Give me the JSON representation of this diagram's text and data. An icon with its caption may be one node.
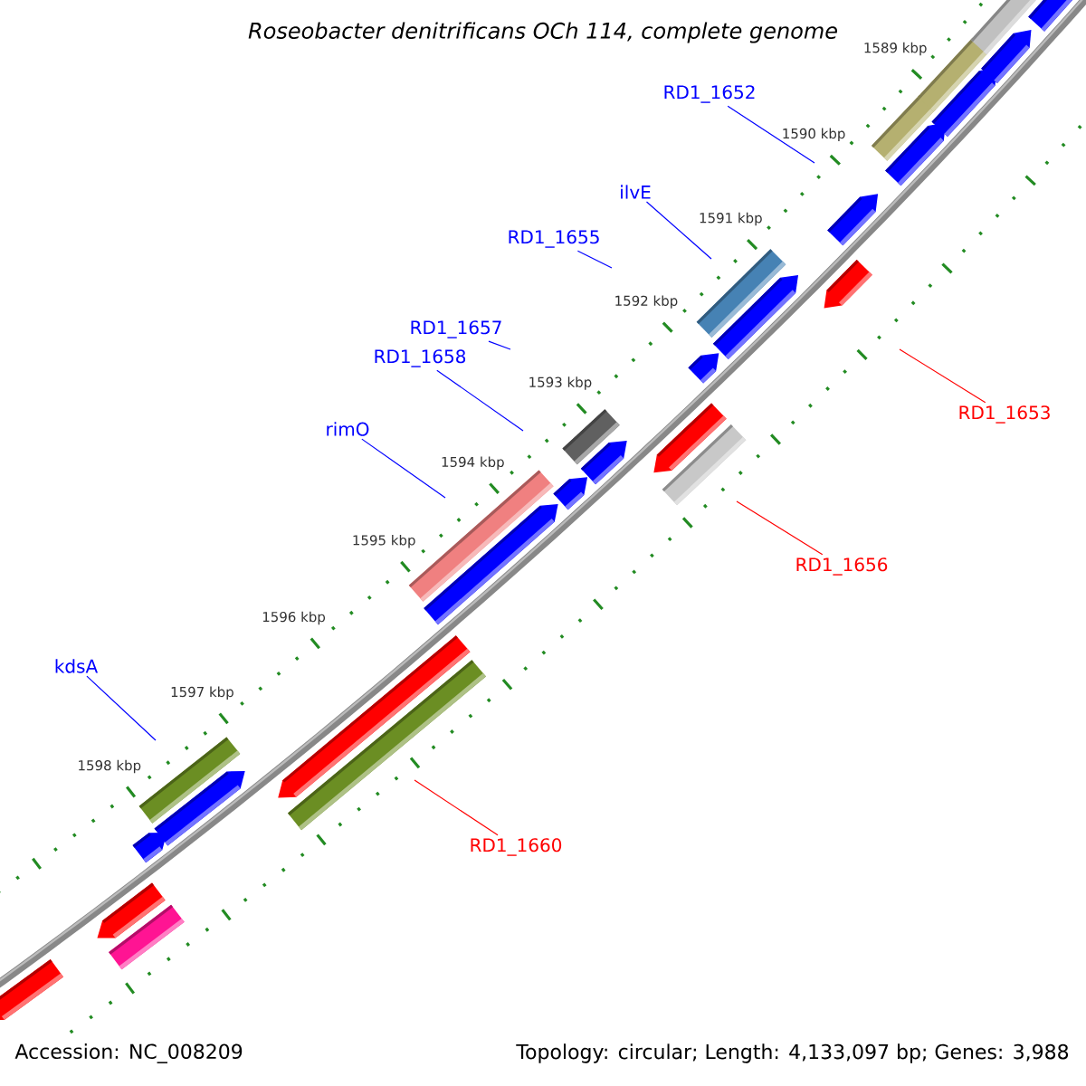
{
  "diagram": {
    "title": "Roseobacter denitrificans OCh 114, complete genome",
    "nodes": [
      {
        "text": [
          "RD1_1652"
        ]
      },
      {
        "text": [
          "ilvE"
        ]
      },
      {
        "text": [
          "RD1_1655"
        ]
      },
      {
        "text": [
          "RD1_1657"
        ]
      },
      {
        "text": [
          "RD1_1658"
        ]
      },
      {
        "text": [
          "rimO"
        ]
      },
      {
        "text": [
          "kdsA"
        ]
      },
      {
        "text": [
          "RD1_1653"
        ]
      },
      {
        "text": [
          "RD1_1656"
        ]
      },
      {
        "text": [
          "RD1_1660"
        ]
      }
    ],
    "edges": [
      {
        "from": 0,
        "to": null,
        "arrow": "none"
      },
      {
        "from": 1,
        "to": null,
        "arrow": "none"
      },
      {
        "from": 2,
        "to": null,
        "arrow": "none"
      },
      {
        "from": 3,
        "to": null,
        "arrow": "none"
      },
      {
        "from": 4,
        "to": null,
        "arrow": "none"
      },
      {
        "from": 5,
        "to": null,
        "arrow": "none"
      },
      {
        "from": 6,
        "to": null,
        "arrow": "none"
      },
      {
        "from": 7,
        "to": null,
        "arrow": "none",
        "color": "#ff0000"
      },
      {
        "from": 8,
        "to": null,
        "arrow": "none",
        "color": "#ff0000"
      },
      {
        "from": 9,
        "to": null,
        "arrow": "none",
        "color": "#ff0000"
      }
    ],
    "labels": [
      "1589 kbp",
      "1590 kbp",
      "1591 kbp",
      "1592 kbp",
      "1593 kbp",
      "1594 kbp",
      "1595 kbp",
      "1596 kbp",
      "1597 kbp",
      "1598 kbp",
      "Accession: NC_008209",
      "Topology: circular; Length: 4,133,097 bp; Genes: 3,988"
    ]
  }
}
